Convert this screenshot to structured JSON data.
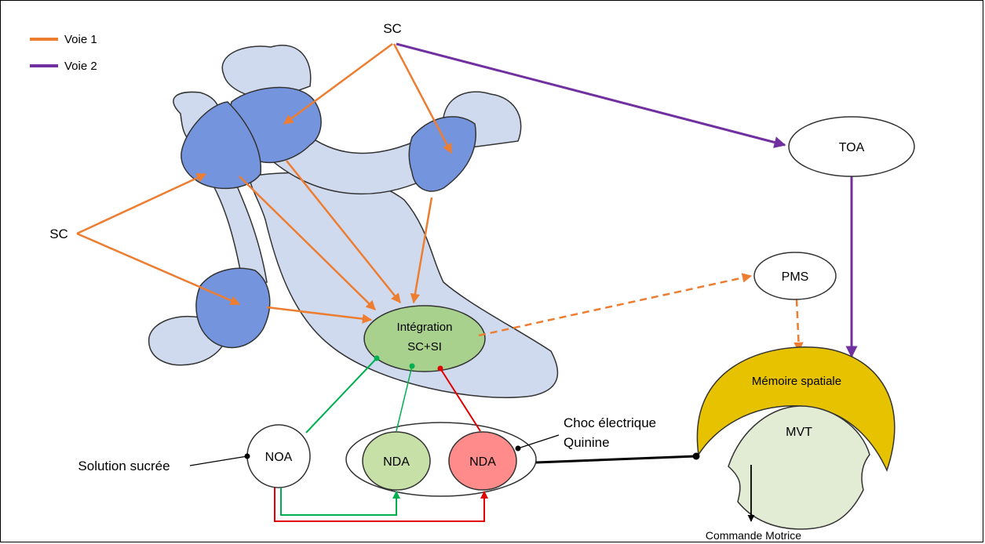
{
  "legend": [
    {
      "label": "Voie 1",
      "color": "#ED7D31"
    },
    {
      "label": "Voie 2",
      "color": "#7030A0"
    }
  ],
  "labels": {
    "sc_top": "SC",
    "sc_left": "SC",
    "toa": "TOA",
    "pms": "PMS",
    "integration_line1": "Intégration",
    "integration_line2": "SC+SI",
    "memoire": "Mémoire spatiale",
    "mvt": "MVT",
    "noa": "NOA",
    "nda_green": "NDA",
    "nda_red": "NDA",
    "solution": "Solution sucrée",
    "choc_line1": "Choc électrique",
    "choc_line2": "Quinine",
    "commande": "Commande Motrice"
  },
  "colors": {
    "voie1": "#ED7D31",
    "voie2": "#7030A0",
    "lobe_light": "#D0DAEE",
    "lobe_dark": "#7494DE",
    "integration_fill": "#A9D18E",
    "memoire_fill": "#E6C200",
    "mvt_fill": "#E2EBD3",
    "nda_green_fill": "#C6E0A8",
    "nda_red_fill": "#FF8B8B",
    "green_line": "#00B050",
    "red_line": "#E00000"
  }
}
